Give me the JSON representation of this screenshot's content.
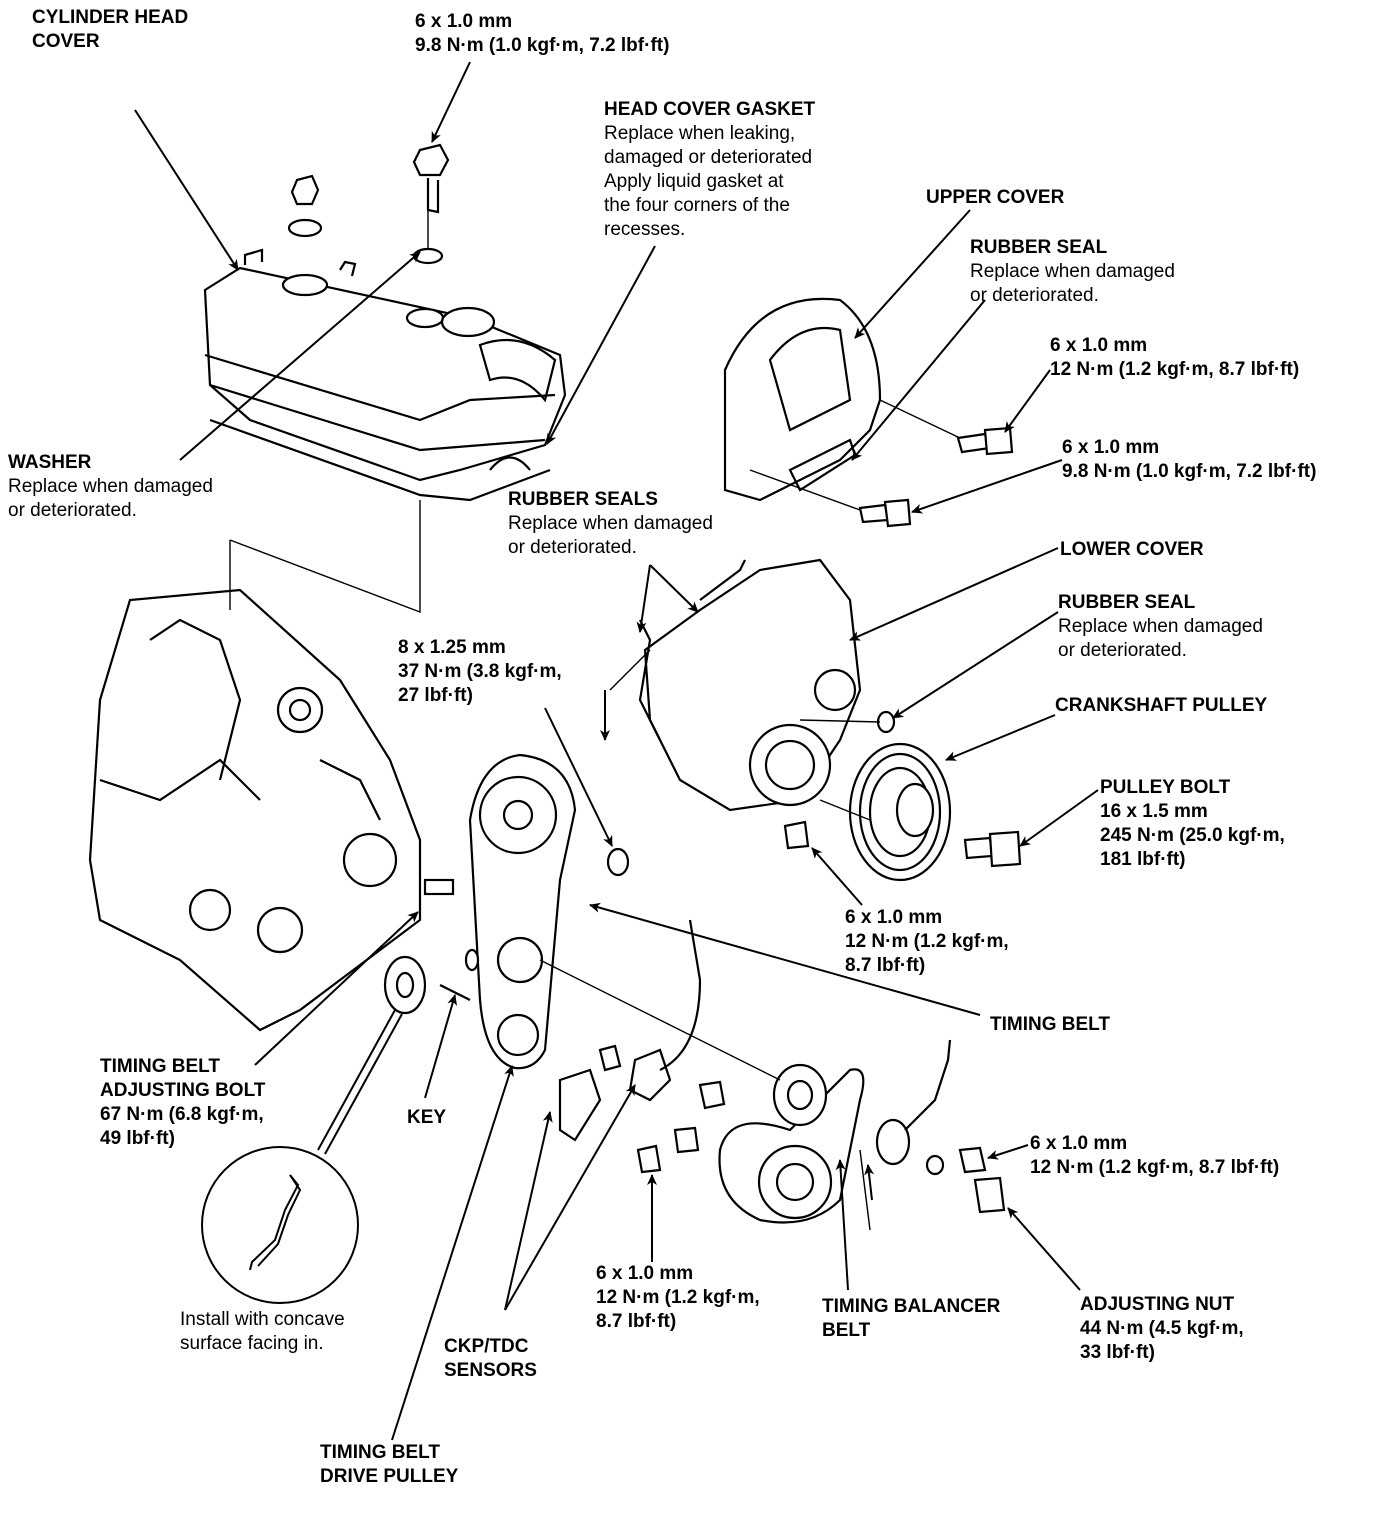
{
  "labels": {
    "cylinder_head_cover": {
      "title": [
        "CYLINDER HEAD",
        "COVER"
      ]
    },
    "top_bolt": {
      "spec": [
        "6 x 1.0 mm",
        "9.8 N·m (1.0 kgf·m, 7.2 lbf·ft)"
      ]
    },
    "head_cover_gasket": {
      "title": "HEAD COVER GASKET",
      "note": [
        "Replace when leaking,",
        "damaged or deteriorated",
        "Apply liquid gasket at",
        "the four corners of the",
        "recesses."
      ]
    },
    "upper_cover": {
      "title": "UPPER COVER"
    },
    "upper_rubber_seal": {
      "title": "RUBBER SEAL",
      "note": [
        "Replace when damaged",
        "or deteriorated."
      ]
    },
    "upper_bolt_a": {
      "spec": [
        "6 x 1.0 mm",
        "12 N·m (1.2 kgf·m, 8.7 lbf·ft)"
      ]
    },
    "upper_bolt_b": {
      "spec": [
        "6 x 1.0 mm",
        "9.8 N·m (1.0 kgf·m, 7.2 lbf·ft)"
      ]
    },
    "washer": {
      "title": "WASHER",
      "note": [
        "Replace when damaged",
        "or deteriorated."
      ]
    },
    "rubber_seals": {
      "title": "RUBBER SEALS",
      "note": [
        "Replace when damaged",
        "or deteriorated."
      ]
    },
    "lower_cover": {
      "title": "LOWER COVER"
    },
    "lower_rubber_seal": {
      "title": "RUBBER SEAL",
      "note": [
        "Replace when damaged",
        "or deteriorated."
      ]
    },
    "crankshaft_pulley": {
      "title": "CRANKSHAFT PULLEY"
    },
    "pulley_bolt": {
      "title": "PULLEY BOLT",
      "spec": [
        "16 x 1.5 mm",
        "245 N·m (25.0 kgf·m,",
        "181 lbf·ft)"
      ]
    },
    "camshaft_bolt": {
      "spec": [
        "8 x 1.25 mm",
        "37 N·m (3.8 kgf·m,",
        "27 lbf·ft)"
      ]
    },
    "lower_cover_bolt": {
      "spec": [
        "6 x 1.0 mm",
        "12 N·m (1.2 kgf·m,",
        "8.7 lbf·ft)"
      ]
    },
    "timing_belt": {
      "title": "TIMING BELT"
    },
    "adjusting_bolt": {
      "title": [
        "TIMING BELT",
        "ADJUSTING BOLT"
      ],
      "spec": [
        "67 N·m (6.8 kgf·m,",
        "49 lbf·ft)"
      ]
    },
    "key": {
      "title": "KEY"
    },
    "tensioner_bolt": {
      "spec": [
        "6 x 1.0 mm",
        "12 N·m (1.2 kgf·m, 8.7 lbf·ft)"
      ]
    },
    "sensor_bolt": {
      "spec": [
        "6 x 1.0 mm",
        "12 N·m (1.2 kgf·m,",
        "8.7 lbf·ft)"
      ]
    },
    "balancer_belt": {
      "title": [
        "TIMING BALANCER",
        "BELT"
      ]
    },
    "adjusting_nut": {
      "title": "ADJUSTING NUT",
      "spec": [
        "44 N·m (4.5 kgf·m,",
        "33 lbf·ft)"
      ]
    },
    "install_note": {
      "note": [
        "Install with concave",
        "surface facing in."
      ]
    },
    "ckp_tdc": {
      "title": [
        "CKP/TDC",
        "SENSORS"
      ]
    },
    "drive_pulley": {
      "title": [
        "TIMING BELT",
        "DRIVE PULLEY"
      ]
    }
  }
}
